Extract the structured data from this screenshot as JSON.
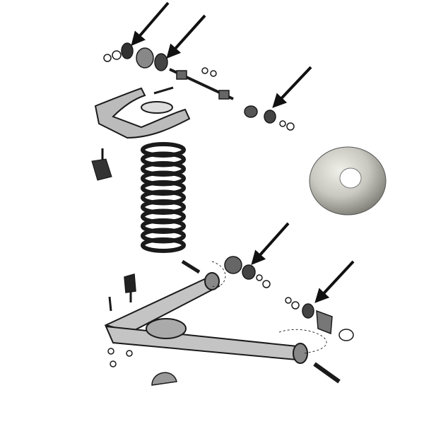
{
  "diagram": {
    "type": "exploded-view-technical-drawing",
    "subject_icons": [
      "coil-spring",
      "upper-control-arm",
      "lower-control-arm",
      "bushing",
      "cup-washer",
      "bolt",
      "nut",
      "bump-stop"
    ],
    "callout_count": 5,
    "colors": {
      "ink": "#1a1a1a",
      "background": "#ffffff",
      "washer_metal_light": "#d8d8d0",
      "washer_metal_dark": "#7a7a72"
    }
  }
}
